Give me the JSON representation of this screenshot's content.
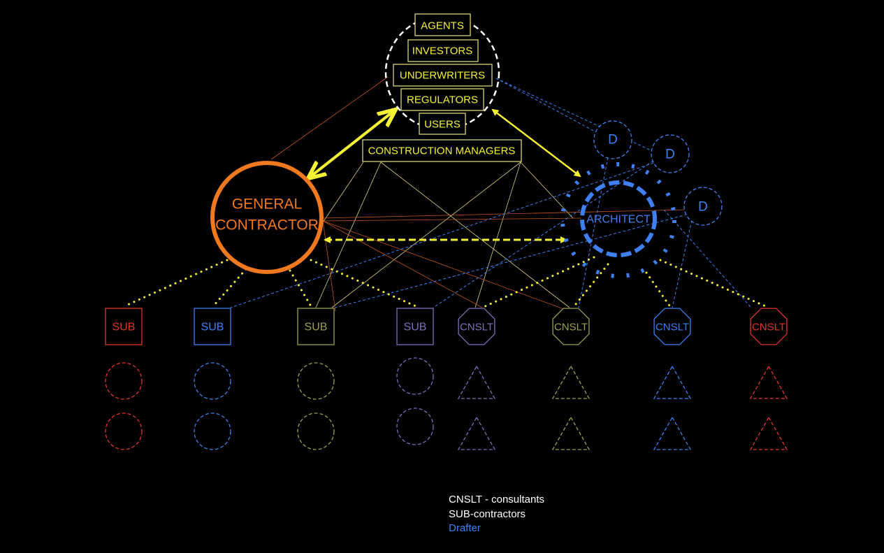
{
  "colors": {
    "background": "#000000",
    "yellow": "#f5f233",
    "pale_yellow": "#d8d47a",
    "orange": "#f0781e",
    "blue": "#3f7ff0",
    "red": "#e0342a",
    "olive": "#9aa050",
    "purple": "#7a70b8",
    "white": "#ffffff"
  },
  "stakeholders": {
    "items": [
      "AGENTS",
      "INVESTORS",
      "UNDERWRITERS",
      "REGULATORS",
      "USERS"
    ],
    "construction_managers": "CONSTRUCTION MANAGERS"
  },
  "general_contractor": {
    "line1": "GENERAL",
    "line2": "CONTRACTOR"
  },
  "architect": {
    "label": "ARCHITECT"
  },
  "drafters": {
    "labels": [
      "D",
      "D",
      "D"
    ]
  },
  "subs": [
    {
      "label": "SUB",
      "color": "#e0342a"
    },
    {
      "label": "SUB",
      "color": "#3f7ff0"
    },
    {
      "label": "SUB",
      "color": "#9aa050"
    },
    {
      "label": "SUB",
      "color": "#7a70b8"
    }
  ],
  "consultants": [
    {
      "label": "CNSLT",
      "color": "#7a70b8"
    },
    {
      "label": "CNSLT",
      "color": "#9aa050"
    },
    {
      "label": "CNSLT",
      "color": "#3f7ff0"
    },
    {
      "label": "CNSLT",
      "color": "#e0342a"
    }
  ],
  "legend": {
    "cnslt": "CNSLT - consultants",
    "sub": "SUB-contractors",
    "drafter": "Drafter"
  }
}
